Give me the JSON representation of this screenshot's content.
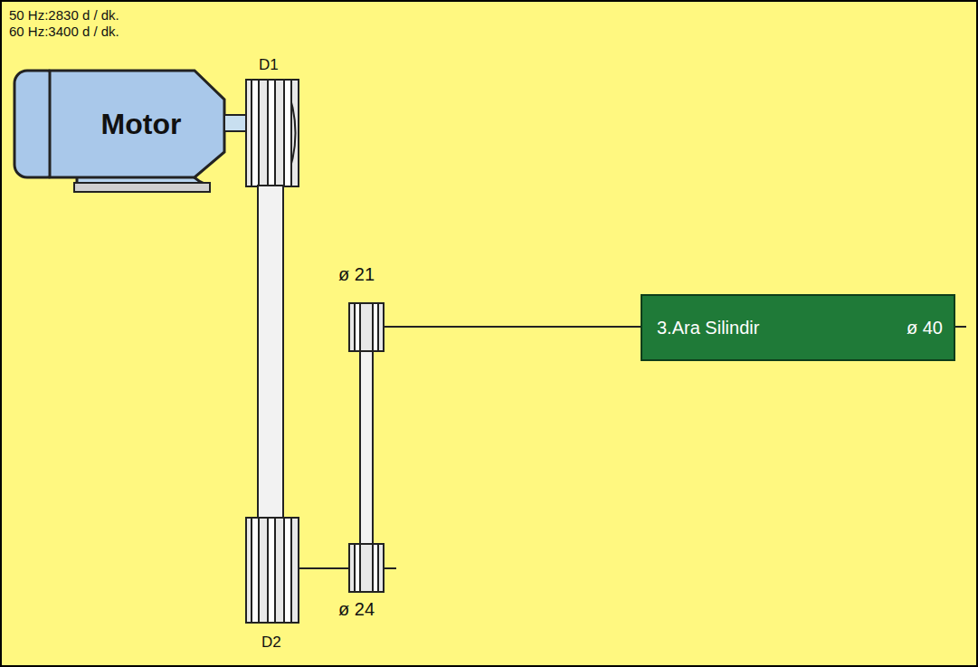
{
  "diagram": {
    "nodes": [
      {
        "text": [
          "Motor"
        ]
      },
      {
        "text": [
          "3.Ara Silindir",
          "ø 40"
        ]
      }
    ],
    "labels": [
      "50 Hz:2830 d / dk.",
      "60 Hz:3400 d / dk.",
      "D1",
      "D2",
      "ø 21",
      "ø 24"
    ]
  }
}
